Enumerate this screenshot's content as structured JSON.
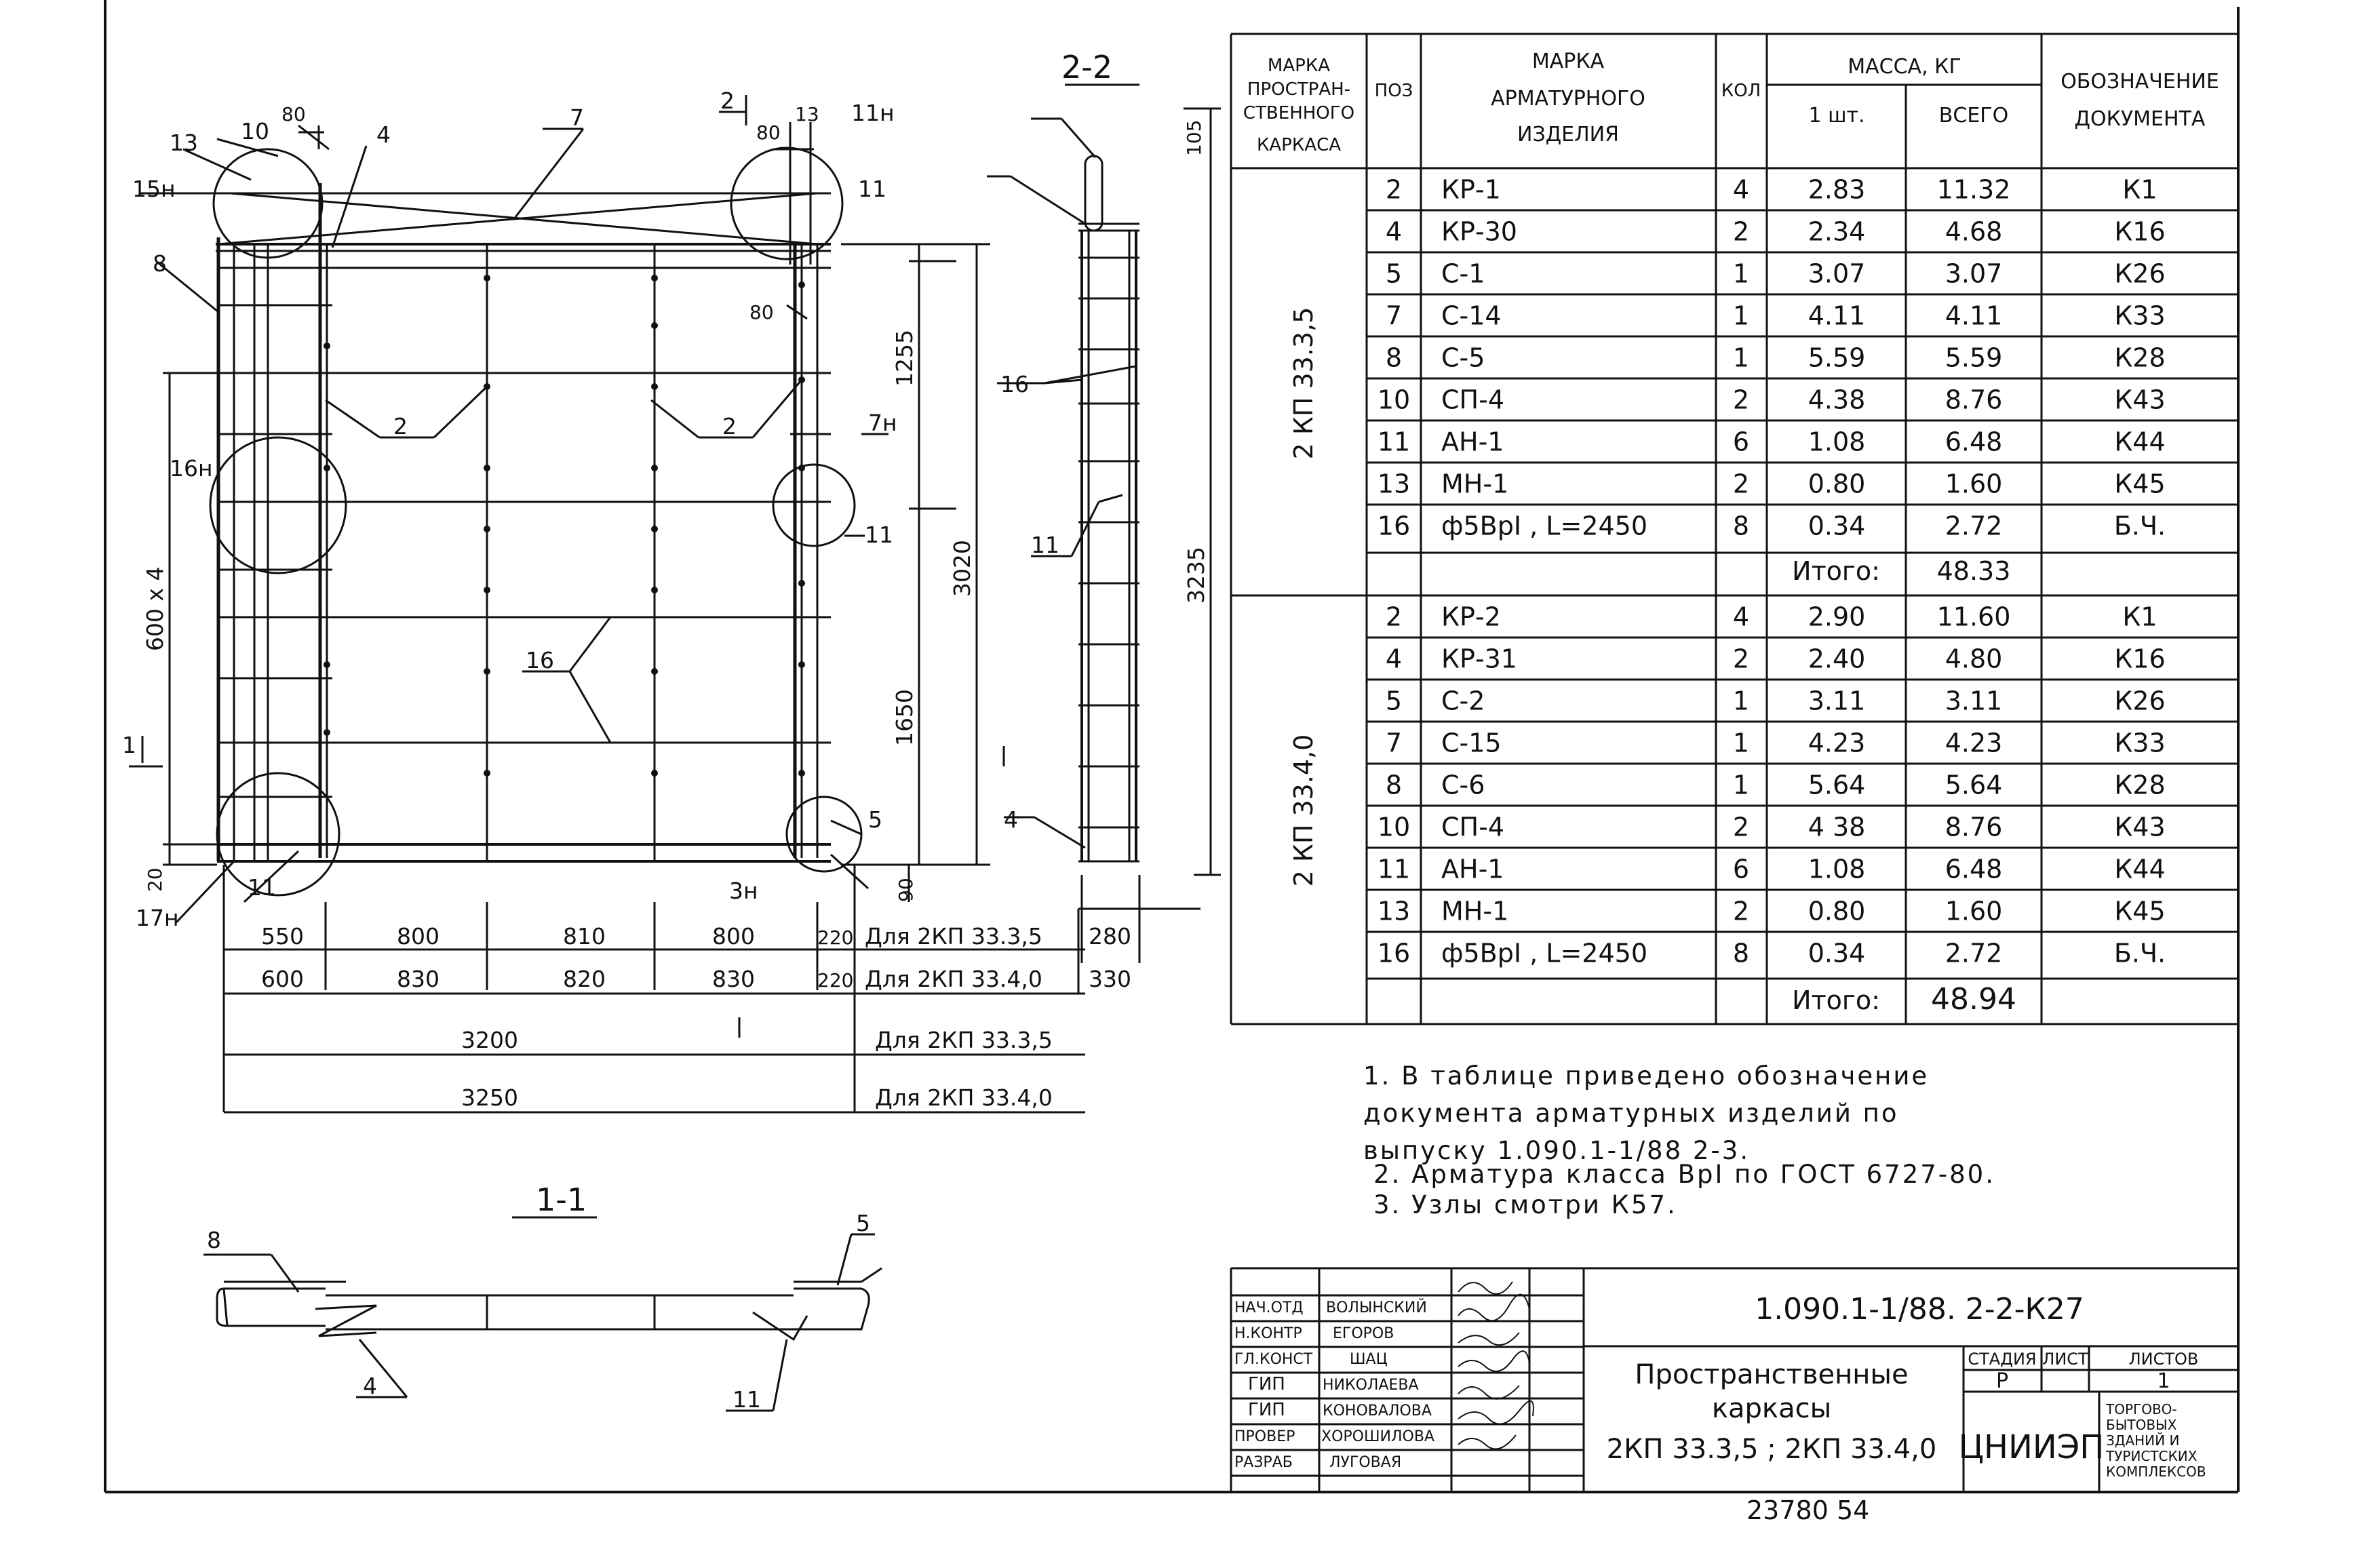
{
  "drawing": {
    "callouts": [
      "13",
      "10",
      "80",
      "4",
      "7",
      "2",
      "13",
      "80",
      "11н",
      "11",
      "15н",
      "8",
      "80",
      "2",
      "2",
      "16н",
      "7н",
      "11",
      "16",
      "11",
      "1",
      "3н",
      "5",
      "17н",
      "20",
      "90",
      "1255",
      "3020",
      "1650",
      "600 x 4",
      "3235",
      "105",
      "16",
      "11",
      "4",
      "2-2",
      "1-1",
      "8",
      "5",
      "4",
      "11"
    ],
    "section_22": "2-2",
    "section_11": "1-1",
    "dims_top_row": [
      "550",
      "800",
      "810",
      "800",
      "220",
      "Для 2КП 33.3,5",
      "280"
    ],
    "dims_row2": [
      "600",
      "830",
      "820",
      "830",
      "220",
      "Для 2КП 33.4,0",
      "330"
    ],
    "dim_3200": "3200",
    "dim_3250": "3250",
    "for_335": "Для 2КП 33.3,5",
    "for_340": "Для 2КП 33.4,0"
  },
  "table": {
    "headers": {
      "c1": [
        "МАРКА",
        "ПРОСТРАН-",
        "СТВЕННОГО",
        "КАРКАСА"
      ],
      "c2": "ПОЗ",
      "c3": [
        "МАРКА",
        "АРМАТУРНОГО",
        "ИЗДЕЛИЯ"
      ],
      "c4": "КОЛ",
      "mass": "МАССА, КГ",
      "one": "1 шт.",
      "all": "ВСЕГО",
      "doc": [
        "ОБОЗНАЧЕНИЕ",
        "ДОКУМЕНТА"
      ]
    },
    "group1": "2 КП 33.3,5",
    "group2": "2 КП 33.4,0",
    "rows1": [
      [
        "2",
        "КР-1",
        "4",
        "2.83",
        "11.32",
        "К1"
      ],
      [
        "4",
        "КР-30",
        "2",
        "2.34",
        "4.68",
        "К16"
      ],
      [
        "5",
        "С-1",
        "1",
        "3.07",
        "3.07",
        "К26"
      ],
      [
        "7",
        "С-14",
        "1",
        "4.11",
        "4.11",
        "К33"
      ],
      [
        "8",
        "С-5",
        "1",
        "5.59",
        "5.59",
        "К28"
      ],
      [
        "10",
        "СП-4",
        "2",
        "4.38",
        "8.76",
        "К43"
      ],
      [
        "11",
        "АН-1",
        "6",
        "1.08",
        "6.48",
        "К44"
      ],
      [
        "13",
        "МН-1",
        "2",
        "0.80",
        "1.60",
        "К45"
      ],
      [
        "16",
        "ф5ВрI , L=2450",
        "8",
        "0.34",
        "2.72",
        "Б.Ч."
      ]
    ],
    "total1_label": "Итого:",
    "total1": "48.33",
    "rows2": [
      [
        "2",
        "КР-2",
        "4",
        "2.90",
        "11.60",
        "К1"
      ],
      [
        "4",
        "КР-31",
        "2",
        "2.40",
        "4.80",
        "К16"
      ],
      [
        "5",
        "С-2",
        "1",
        "3.11",
        "3.11",
        "К26"
      ],
      [
        "7",
        "С-15",
        "1",
        "4.23",
        "4.23",
        "К33"
      ],
      [
        "8",
        "С-6",
        "1",
        "5.64",
        "5.64",
        "К28"
      ],
      [
        "10",
        "СП-4",
        "2",
        "4 38",
        "8.76",
        "К43"
      ],
      [
        "11",
        "АН-1",
        "6",
        "1.08",
        "6.48",
        "К44"
      ],
      [
        "13",
        "МН-1",
        "2",
        "0.80",
        "1.60",
        "К45"
      ],
      [
        "16",
        "ф5ВрI , L=2450",
        "8",
        "0.34",
        "2.72",
        "Б.Ч."
      ]
    ],
    "total2_label": "Итого:",
    "total2": "48.94"
  },
  "notes": [
    "1. В таблице приведено обозначение",
    "документа арматурных изделий по",
    "выпуску 1.090.1-1/88 2-3.",
    "2. Арматура класса ВрI по ГОСТ 6727-80.",
    "3. Узлы смотри К57."
  ],
  "title_block": {
    "roles": [
      "НАЧ.ОТД",
      "Н.КОНТР",
      "ГЛ.КОНСТ",
      "ГИП",
      "ГИП",
      "ПРОВЕР",
      "РАЗРАБ"
    ],
    "names": [
      "ВОЛЫНСКИЙ",
      "ЕГОРОВ",
      "ШАЦ",
      "НИКОЛАЕВА",
      "КОНОВАЛОВА",
      "ХОРОШИЛОВА",
      "ЛУГОВАЯ"
    ],
    "code": "1.090.1-1/88. 2-2-К27",
    "title1": "Пространственные",
    "title2": "каркасы",
    "title3": "2КП 33.3,5 ; 2КП 33.4,0",
    "stage_h": "СТАДИЯ",
    "sheet_h": "ЛИСТ",
    "sheets_h": "ЛИСТОВ",
    "stage": "Р",
    "sheet": "",
    "sheets": "1",
    "org": "ЦНИИЭП",
    "org_sub": [
      "ТОРГОВО-",
      "БЫТОВЫХ",
      "ЗДАНИЙ И",
      "ТУРИСТСКИХ",
      "КОМПЛЕКСОВ"
    ]
  },
  "bottom_num": "23780  54"
}
